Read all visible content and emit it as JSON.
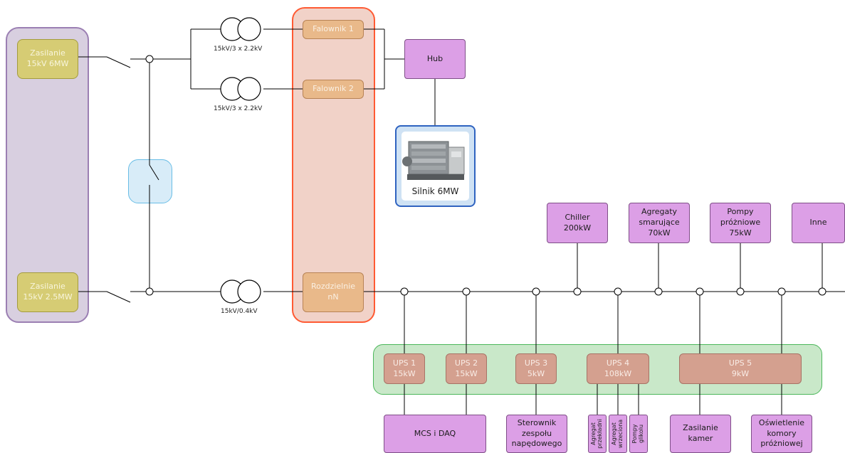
{
  "sources": {
    "src1": "Zasilanie\n15kV 6MW",
    "src2": "Zasilanie\n15kV 2.5MW"
  },
  "converters": {
    "inv1": "Falownik 1",
    "inv2": "Falownik 2",
    "lv": "Rozdzielnie\nnN"
  },
  "transformers": {
    "t1": "15kV/3 x 2.2kV",
    "t2": "15kV/3 x 2.2kV",
    "t3": "15kV/0.4kV"
  },
  "hub": "Hub",
  "motor": {
    "label": "Silnik 6MW"
  },
  "loads": {
    "chiller": "Chiller\n200kW",
    "lube": "Agregaty\nsmarujące\n70kW",
    "vacuum": "Pompy\npróżniowe\n75kW",
    "other": "Inne"
  },
  "ups": {
    "ups1": "UPS 1\n15kW",
    "ups2": "UPS 2\n15kW",
    "ups3": "UPS 3\n5kW",
    "ups4": "UPS 4\n108kW",
    "ups5": "UPS 5\n9kW"
  },
  "consumers": {
    "mcs": "MCS i DAQ",
    "drive": "Sterownik\nzespołu\nnapędowego",
    "gear": "Agregat\nprzekładni",
    "spindle": "Agregat\nwrzeciona",
    "glycol": "Pompy\nglikolu",
    "cameras": "Zasilanie\nkamer",
    "lighting": "Oświetlenie\nkomory\npróżniowej"
  },
  "colors": {
    "source_fill": "#d6cc74",
    "converter_fill": "#e9b98a",
    "ups_fill": "#d4a08f",
    "load_fill": "#dc9fe6",
    "ups_group_fill": "#c9e8c9",
    "converter_group_border": "#ff5a33",
    "motor_border": "#2f63c0"
  }
}
